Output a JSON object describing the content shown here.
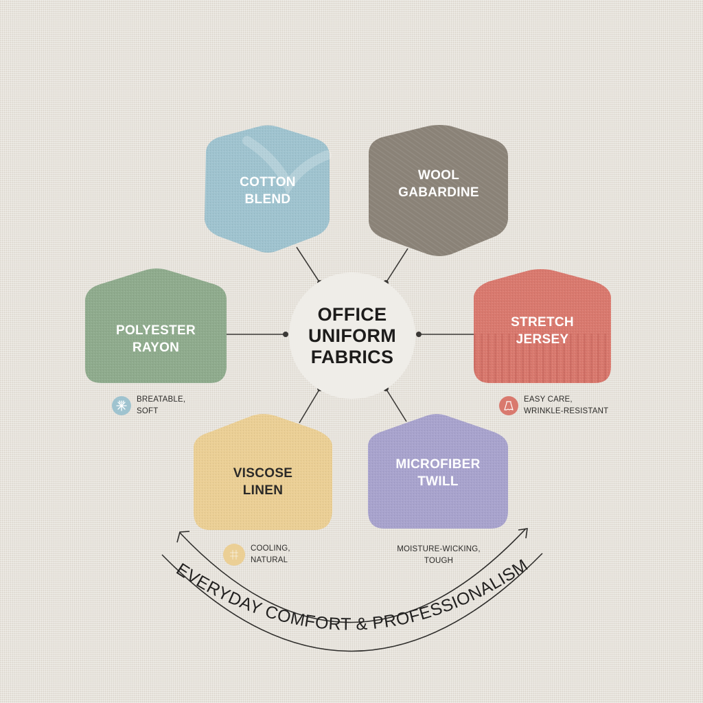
{
  "center": {
    "title_lines": [
      "OFFICE",
      "UNIFORM",
      "FABRICS"
    ],
    "fill_color": "#efede8"
  },
  "nodes": [
    {
      "id": "cotton-blend",
      "lines": [
        "COTTON",
        "BLEND"
      ],
      "color": "#9fc3cf",
      "text_color": "#ffffff"
    },
    {
      "id": "wool-gabardine",
      "lines": [
        "WOOL",
        "GABARDINE"
      ],
      "color": "#8a8277",
      "text_color": "#ffffff"
    },
    {
      "id": "polyester-rayon",
      "lines": [
        "POLYESTER",
        "RAYON"
      ],
      "color": "#8fab8d",
      "text_color": "#ffffff"
    },
    {
      "id": "stretch-jersey",
      "lines": [
        "STRETCH",
        "JERSEY"
      ],
      "color": "#d9796e",
      "text_color": "#ffffff"
    },
    {
      "id": "viscose-linen",
      "lines": [
        "VISCOSE",
        "LINEN"
      ],
      "color": "#ebcf95",
      "text_color": "#2b2a28"
    },
    {
      "id": "microfiber-twill",
      "lines": [
        "MICROFIBER",
        "TWILL"
      ],
      "color": "#a8a3cd",
      "text_color": "#ffffff"
    }
  ],
  "features": [
    {
      "id": "breathable-soft",
      "lines": [
        "BREATABLE,",
        "SOFT"
      ],
      "icon": "snowflake-burst-icon",
      "icon_color": "#9fc3cf"
    },
    {
      "id": "easy-care",
      "lines": [
        "EASY CARE,",
        "WRINKLE-RESISTANT"
      ],
      "icon": "skirt-icon",
      "icon_color": "#d9796e"
    },
    {
      "id": "cooling-natural",
      "lines": [
        "COOLING,",
        "NATURAL"
      ],
      "icon": "woven-swatch-icon",
      "icon_color": "#ebcf95"
    },
    {
      "id": "moisture-wicking",
      "lines": [
        "MOISTURE-WICKING,",
        "TOUGH"
      ],
      "icon": null,
      "icon_color": null
    }
  ],
  "banner": {
    "text": "EVERYDAY COMFORT & PROFESSIONALISM"
  },
  "colors": {
    "background": "#e7e3dc",
    "connector": "#3a3835",
    "banner_stroke": "#2e2d2b"
  }
}
